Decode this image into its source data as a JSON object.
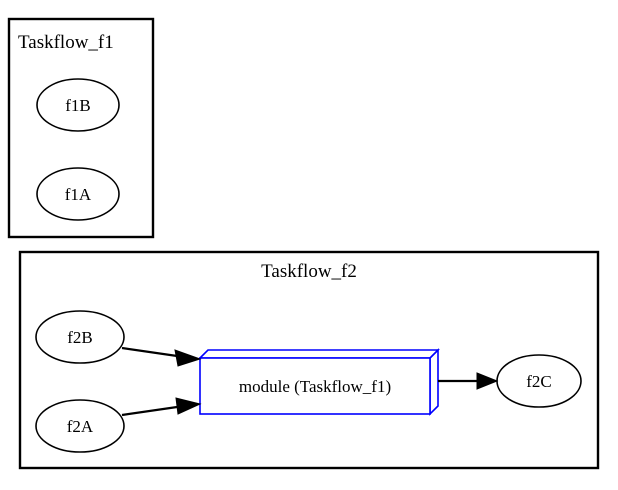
{
  "diagram": {
    "type": "graphviz-cluster-flow",
    "title_visible": false,
    "background": "#ffffff",
    "accent_blue": "#0000ff",
    "stroke_black": "#000000",
    "clusters": [
      {
        "id": "cluster_f1",
        "label": "Taskflow_f1",
        "label_align": "left",
        "nodes": [
          "f1B",
          "f1A"
        ]
      },
      {
        "id": "cluster_f2",
        "label": "Taskflow_f2",
        "label_align": "center",
        "nodes": [
          "f2B",
          "f2A",
          "module (Taskflow_f1)",
          "f2C"
        ]
      }
    ],
    "nodes": [
      {
        "id": "f1B",
        "label": "f1B",
        "shape": "ellipse",
        "color": "#000000"
      },
      {
        "id": "f1A",
        "label": "f1A",
        "shape": "ellipse",
        "color": "#000000"
      },
      {
        "id": "f2B",
        "label": "f2B",
        "shape": "ellipse",
        "color": "#000000"
      },
      {
        "id": "f2A",
        "label": "f2A",
        "shape": "ellipse",
        "color": "#000000"
      },
      {
        "id": "module_f1",
        "label": "module (Taskflow_f1)",
        "shape": "box3d",
        "color": "#0000ff"
      },
      {
        "id": "f2C",
        "label": "f2C",
        "shape": "ellipse",
        "color": "#000000"
      }
    ],
    "edges": [
      {
        "from": "f2B",
        "to": "module_f1",
        "arrowhead": "normal"
      },
      {
        "from": "f2A",
        "to": "module_f1",
        "arrowhead": "normal"
      },
      {
        "from": "module_f1",
        "to": "f2C",
        "arrowhead": "normal"
      }
    ]
  }
}
